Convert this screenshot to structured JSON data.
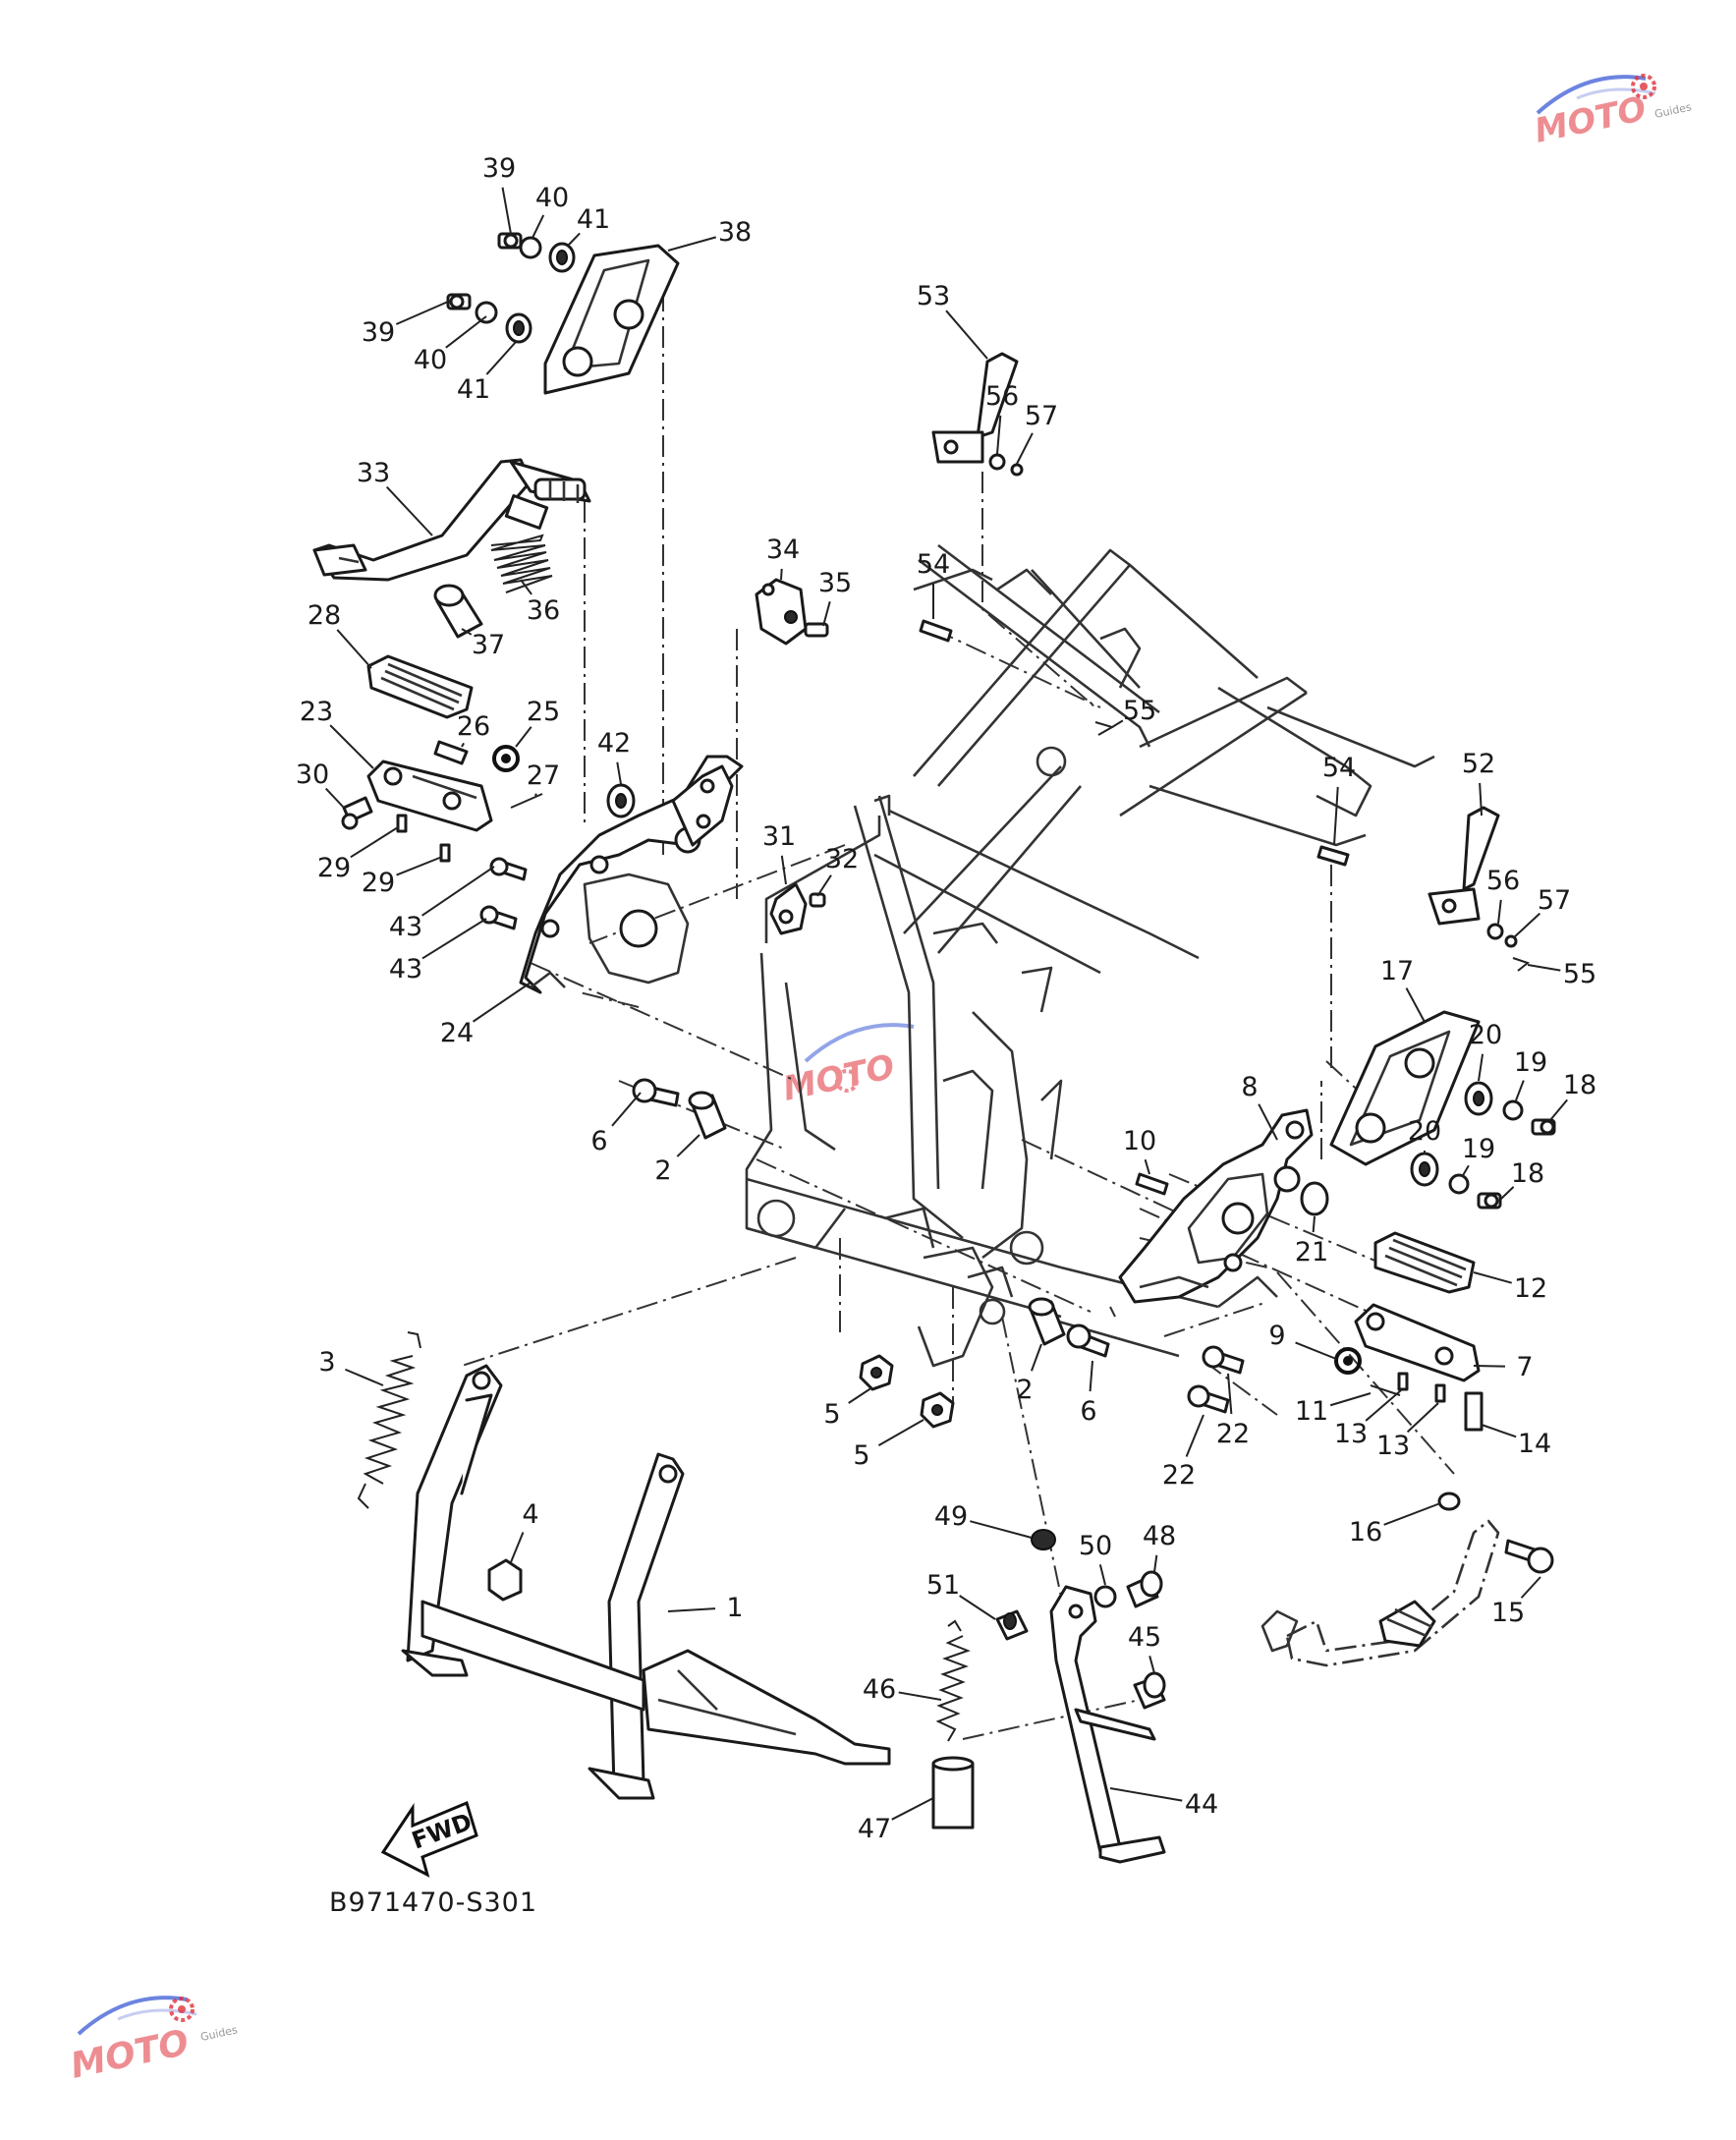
{
  "diagram": {
    "code": "B971470-S301",
    "fwd_label": "FWD",
    "callouts": [
      {
        "id": "c39a",
        "text": "39"
      },
      {
        "id": "c40a",
        "text": "40"
      },
      {
        "id": "c41a",
        "text": "41"
      },
      {
        "id": "c38",
        "text": "38"
      },
      {
        "id": "c39b",
        "text": "39"
      },
      {
        "id": "c40b",
        "text": "40"
      },
      {
        "id": "c41b",
        "text": "41"
      },
      {
        "id": "c53",
        "text": "53"
      },
      {
        "id": "c56a",
        "text": "56"
      },
      {
        "id": "c57a",
        "text": "57"
      },
      {
        "id": "c33",
        "text": "33"
      },
      {
        "id": "c34",
        "text": "34"
      },
      {
        "id": "c35",
        "text": "35"
      },
      {
        "id": "c36",
        "text": "36"
      },
      {
        "id": "c54a",
        "text": "54"
      },
      {
        "id": "c28",
        "text": "28"
      },
      {
        "id": "c37",
        "text": "37"
      },
      {
        "id": "c55a",
        "text": "55"
      },
      {
        "id": "c23",
        "text": "23"
      },
      {
        "id": "c26",
        "text": "26"
      },
      {
        "id": "c25",
        "text": "25"
      },
      {
        "id": "c30",
        "text": "30"
      },
      {
        "id": "c27",
        "text": "27"
      },
      {
        "id": "c42",
        "text": "42"
      },
      {
        "id": "c54b",
        "text": "54"
      },
      {
        "id": "c52",
        "text": "52"
      },
      {
        "id": "c29a",
        "text": "29"
      },
      {
        "id": "c31",
        "text": "31"
      },
      {
        "id": "c32",
        "text": "32"
      },
      {
        "id": "c29b",
        "text": "29"
      },
      {
        "id": "c56b",
        "text": "56"
      },
      {
        "id": "c57b",
        "text": "57"
      },
      {
        "id": "c43a",
        "text": "43"
      },
      {
        "id": "c55b",
        "text": "55"
      },
      {
        "id": "c43b",
        "text": "43"
      },
      {
        "id": "c17",
        "text": "17"
      },
      {
        "id": "c24",
        "text": "24"
      },
      {
        "id": "c20a",
        "text": "20"
      },
      {
        "id": "c19a",
        "text": "19"
      },
      {
        "id": "c18a",
        "text": "18"
      },
      {
        "id": "c8",
        "text": "8"
      },
      {
        "id": "c6a",
        "text": "6"
      },
      {
        "id": "c10",
        "text": "10"
      },
      {
        "id": "c20b",
        "text": "20"
      },
      {
        "id": "c2a",
        "text": "2"
      },
      {
        "id": "c19b",
        "text": "19"
      },
      {
        "id": "c18b",
        "text": "18"
      },
      {
        "id": "c21",
        "text": "21"
      },
      {
        "id": "c12",
        "text": "12"
      },
      {
        "id": "c3",
        "text": "3"
      },
      {
        "id": "c9",
        "text": "9"
      },
      {
        "id": "c7",
        "text": "7"
      },
      {
        "id": "c2b",
        "text": "2"
      },
      {
        "id": "c6b",
        "text": "6"
      },
      {
        "id": "c5a",
        "text": "5"
      },
      {
        "id": "c11",
        "text": "11"
      },
      {
        "id": "c22a",
        "text": "22"
      },
      {
        "id": "c13a",
        "text": "13"
      },
      {
        "id": "c13b",
        "text": "13"
      },
      {
        "id": "c14",
        "text": "14"
      },
      {
        "id": "c5b",
        "text": "5"
      },
      {
        "id": "c22b",
        "text": "22"
      },
      {
        "id": "c4",
        "text": "4"
      },
      {
        "id": "c49",
        "text": "49"
      },
      {
        "id": "c16",
        "text": "16"
      },
      {
        "id": "c50",
        "text": "50"
      },
      {
        "id": "c48",
        "text": "48"
      },
      {
        "id": "c1",
        "text": "1"
      },
      {
        "id": "c51",
        "text": "51"
      },
      {
        "id": "c15",
        "text": "15"
      },
      {
        "id": "c45",
        "text": "45"
      },
      {
        "id": "c46",
        "text": "46"
      },
      {
        "id": "c44",
        "text": "44"
      },
      {
        "id": "c47",
        "text": "47"
      }
    ]
  },
  "watermark": {
    "text": "MOTO",
    "sub": "Guides",
    "accent_red": "#e0313a",
    "accent_blue": "#3b5bd6"
  }
}
